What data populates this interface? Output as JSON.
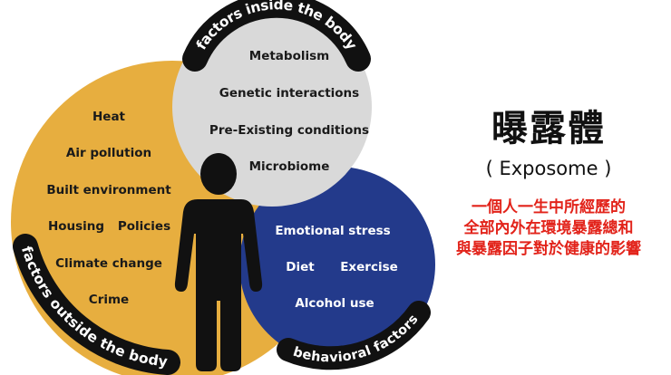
{
  "circles": {
    "outside": {
      "label": "factors outside the body",
      "color": "#e7ae3f",
      "items": [
        "Heat",
        "Air pollution",
        "Built environment",
        "Housing",
        "Policies",
        "Climate change",
        "Crime"
      ]
    },
    "inside": {
      "label": "factors inside the body",
      "color": "#d9d9d9",
      "items": [
        "Metabolism",
        "Genetic interactions",
        "Pre-Existing conditions",
        "Microbiome"
      ]
    },
    "behavioral": {
      "label": "behavioral factors",
      "color": "#233a8b",
      "items": [
        "Emotional stress",
        "Diet",
        "Exercise",
        "Alcohol use"
      ]
    }
  },
  "label_band_color": "#111111",
  "person_color": "#111111",
  "title": {
    "zh": "曝露體",
    "en": "( Exposome )"
  },
  "description": {
    "color": "#e2231a",
    "lines": [
      "一個人一生中所經歷的",
      "全部內外在環境暴露總和",
      "與暴露因子對於健康的影響"
    ]
  }
}
